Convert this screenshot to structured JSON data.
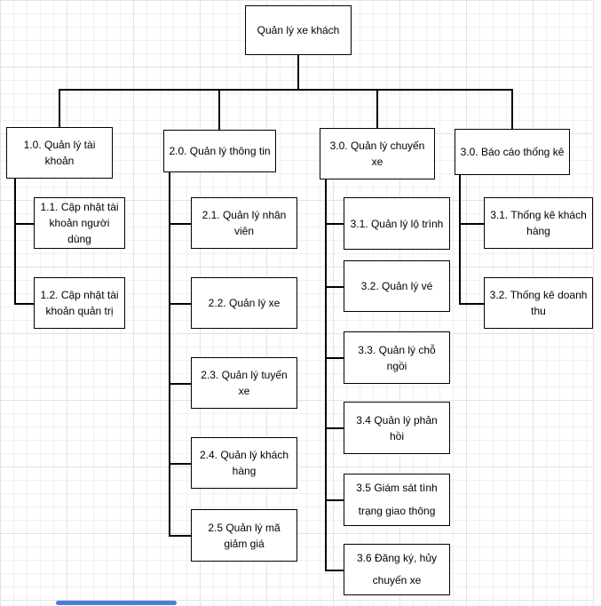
{
  "canvas": {
    "background_color": "#ffffff",
    "grid_minor_color": "#f1f1f1",
    "grid_major_color": "#e3e3e3",
    "connector_color": "#000000",
    "node_border_color": "#000000",
    "node_fill_color": "#ffffff",
    "scrollbar_thumb_color": "#4a7fdb"
  },
  "tree": {
    "root": "Quản lý xe khách",
    "columns": [
      {
        "header": "1.0. Quản lý tài khoản",
        "children": [
          "1.1. Cập nhật tài khoản người dùng",
          "1.2. Cập nhật tài khoản quản trị"
        ]
      },
      {
        "header": "2.0. Quản lý thông tin",
        "children": [
          "2.1. Quản lý nhân viên",
          "2.2. Quản lý xe",
          "2.3. Quản lý tuyến xe",
          "2.4. Quản lý khách hàng",
          "2.5 Quản lý mã giảm giá"
        ]
      },
      {
        "header": "3.0. Quản lý chuyến xe",
        "children": [
          "3.1. Quản lý lộ trình",
          "3.2. Quản lý vé",
          "3.3. Quản lý chỗ ngồi",
          "3.4 Quản lý phản hồi",
          "3.5 Giám sát tình trạng giao thông",
          "3.6 Đăng ký, hủy chuyến xe"
        ]
      },
      {
        "header": "3.0. Báo cáo thống kê",
        "children": [
          "3.1. Thống kê khách hàng",
          "3.2. Thống kê doanh thu"
        ]
      }
    ]
  }
}
